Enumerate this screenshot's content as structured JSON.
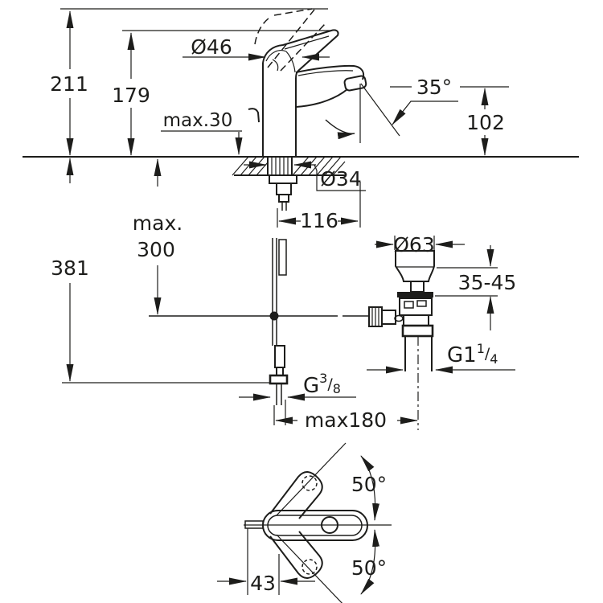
{
  "drawing": {
    "background": "#ffffff",
    "line_color": "#1d1d1b",
    "side_view": {
      "overall_height": "211",
      "spout_tip_height": "179",
      "cartridge_diameter": "Ø46",
      "mounting_thickness": "max.30",
      "spray_angle": "35°",
      "outlet_height": "102",
      "shank_diameter": "Ø34",
      "spout_reach": "116",
      "pullrod_max_label": "max.",
      "pullrod_max_value": "300",
      "overall_depth": "381",
      "waste_flange_diameter": "Ø63",
      "basin_thickness_range": "35-45",
      "waste_thread_prefix": "G1",
      "waste_thread_numerator": "1",
      "waste_thread_slash": "/",
      "waste_thread_denominator": "4",
      "supply_thread_prefix": "G",
      "supply_thread_numerator": "3",
      "supply_thread_slash": "/",
      "supply_thread_denominator": "8",
      "hose_to_waste_distance": "max180"
    },
    "top_view": {
      "handle_swing_up": "50°",
      "handle_swing_down": "50°",
      "handle_offset": "43"
    }
  }
}
